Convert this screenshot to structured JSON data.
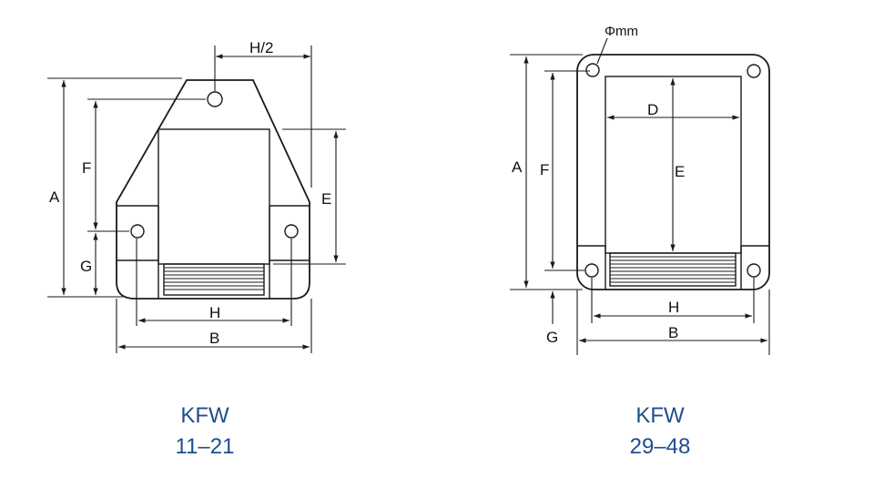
{
  "left_drawing": {
    "labels": {
      "h_half": "H/2",
      "a": "A",
      "f": "F",
      "g": "G",
      "e": "E",
      "h": "H",
      "b": "B"
    },
    "caption": {
      "model": "KFW",
      "range": "11–21"
    }
  },
  "right_drawing": {
    "labels": {
      "phi": "Φmm",
      "a": "A",
      "f": "F",
      "d": "D",
      "e": "E",
      "g": "G",
      "h": "H",
      "b": "B"
    },
    "caption": {
      "model": "KFW",
      "range": "29–48"
    }
  }
}
